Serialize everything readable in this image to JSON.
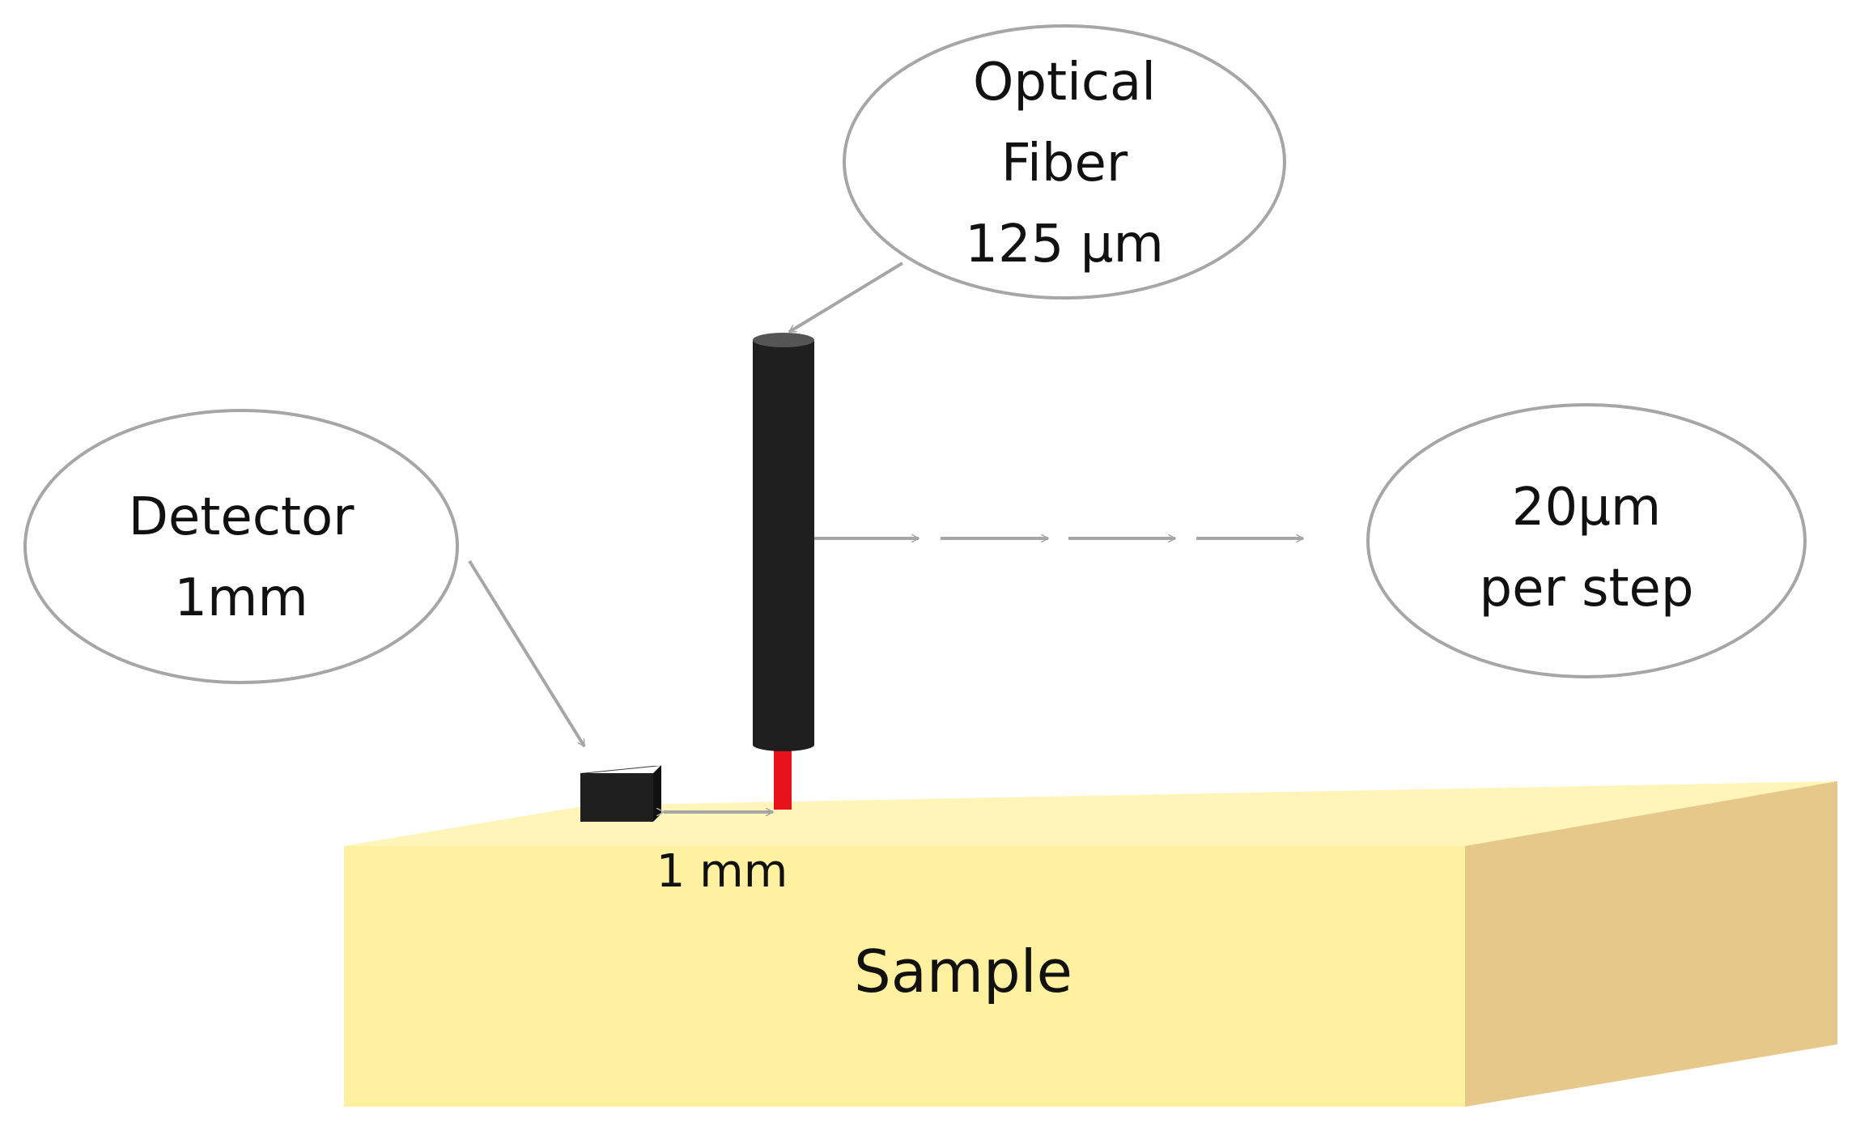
{
  "labels": {
    "fiber_line1": "Optical",
    "fiber_line2": "Fiber",
    "fiber_line3": "125 µm",
    "detector_line1": "Detector",
    "detector_line2": "1mm",
    "step_line1": "20µm",
    "step_line2": "per step",
    "distance": "1 mm",
    "sample": "Sample"
  },
  "colors": {
    "sample_top": "#fff5b8",
    "sample_front": "#fff1a0",
    "sample_side": "#e6c98a",
    "fiber_body": "#1f1f1f",
    "fiber_cap": "#555555",
    "fiber_tip": "#e8121b",
    "detector": "#1f1f1f",
    "arrow": "#a6a6a6",
    "bubble_stroke": "#a6a6a6"
  }
}
